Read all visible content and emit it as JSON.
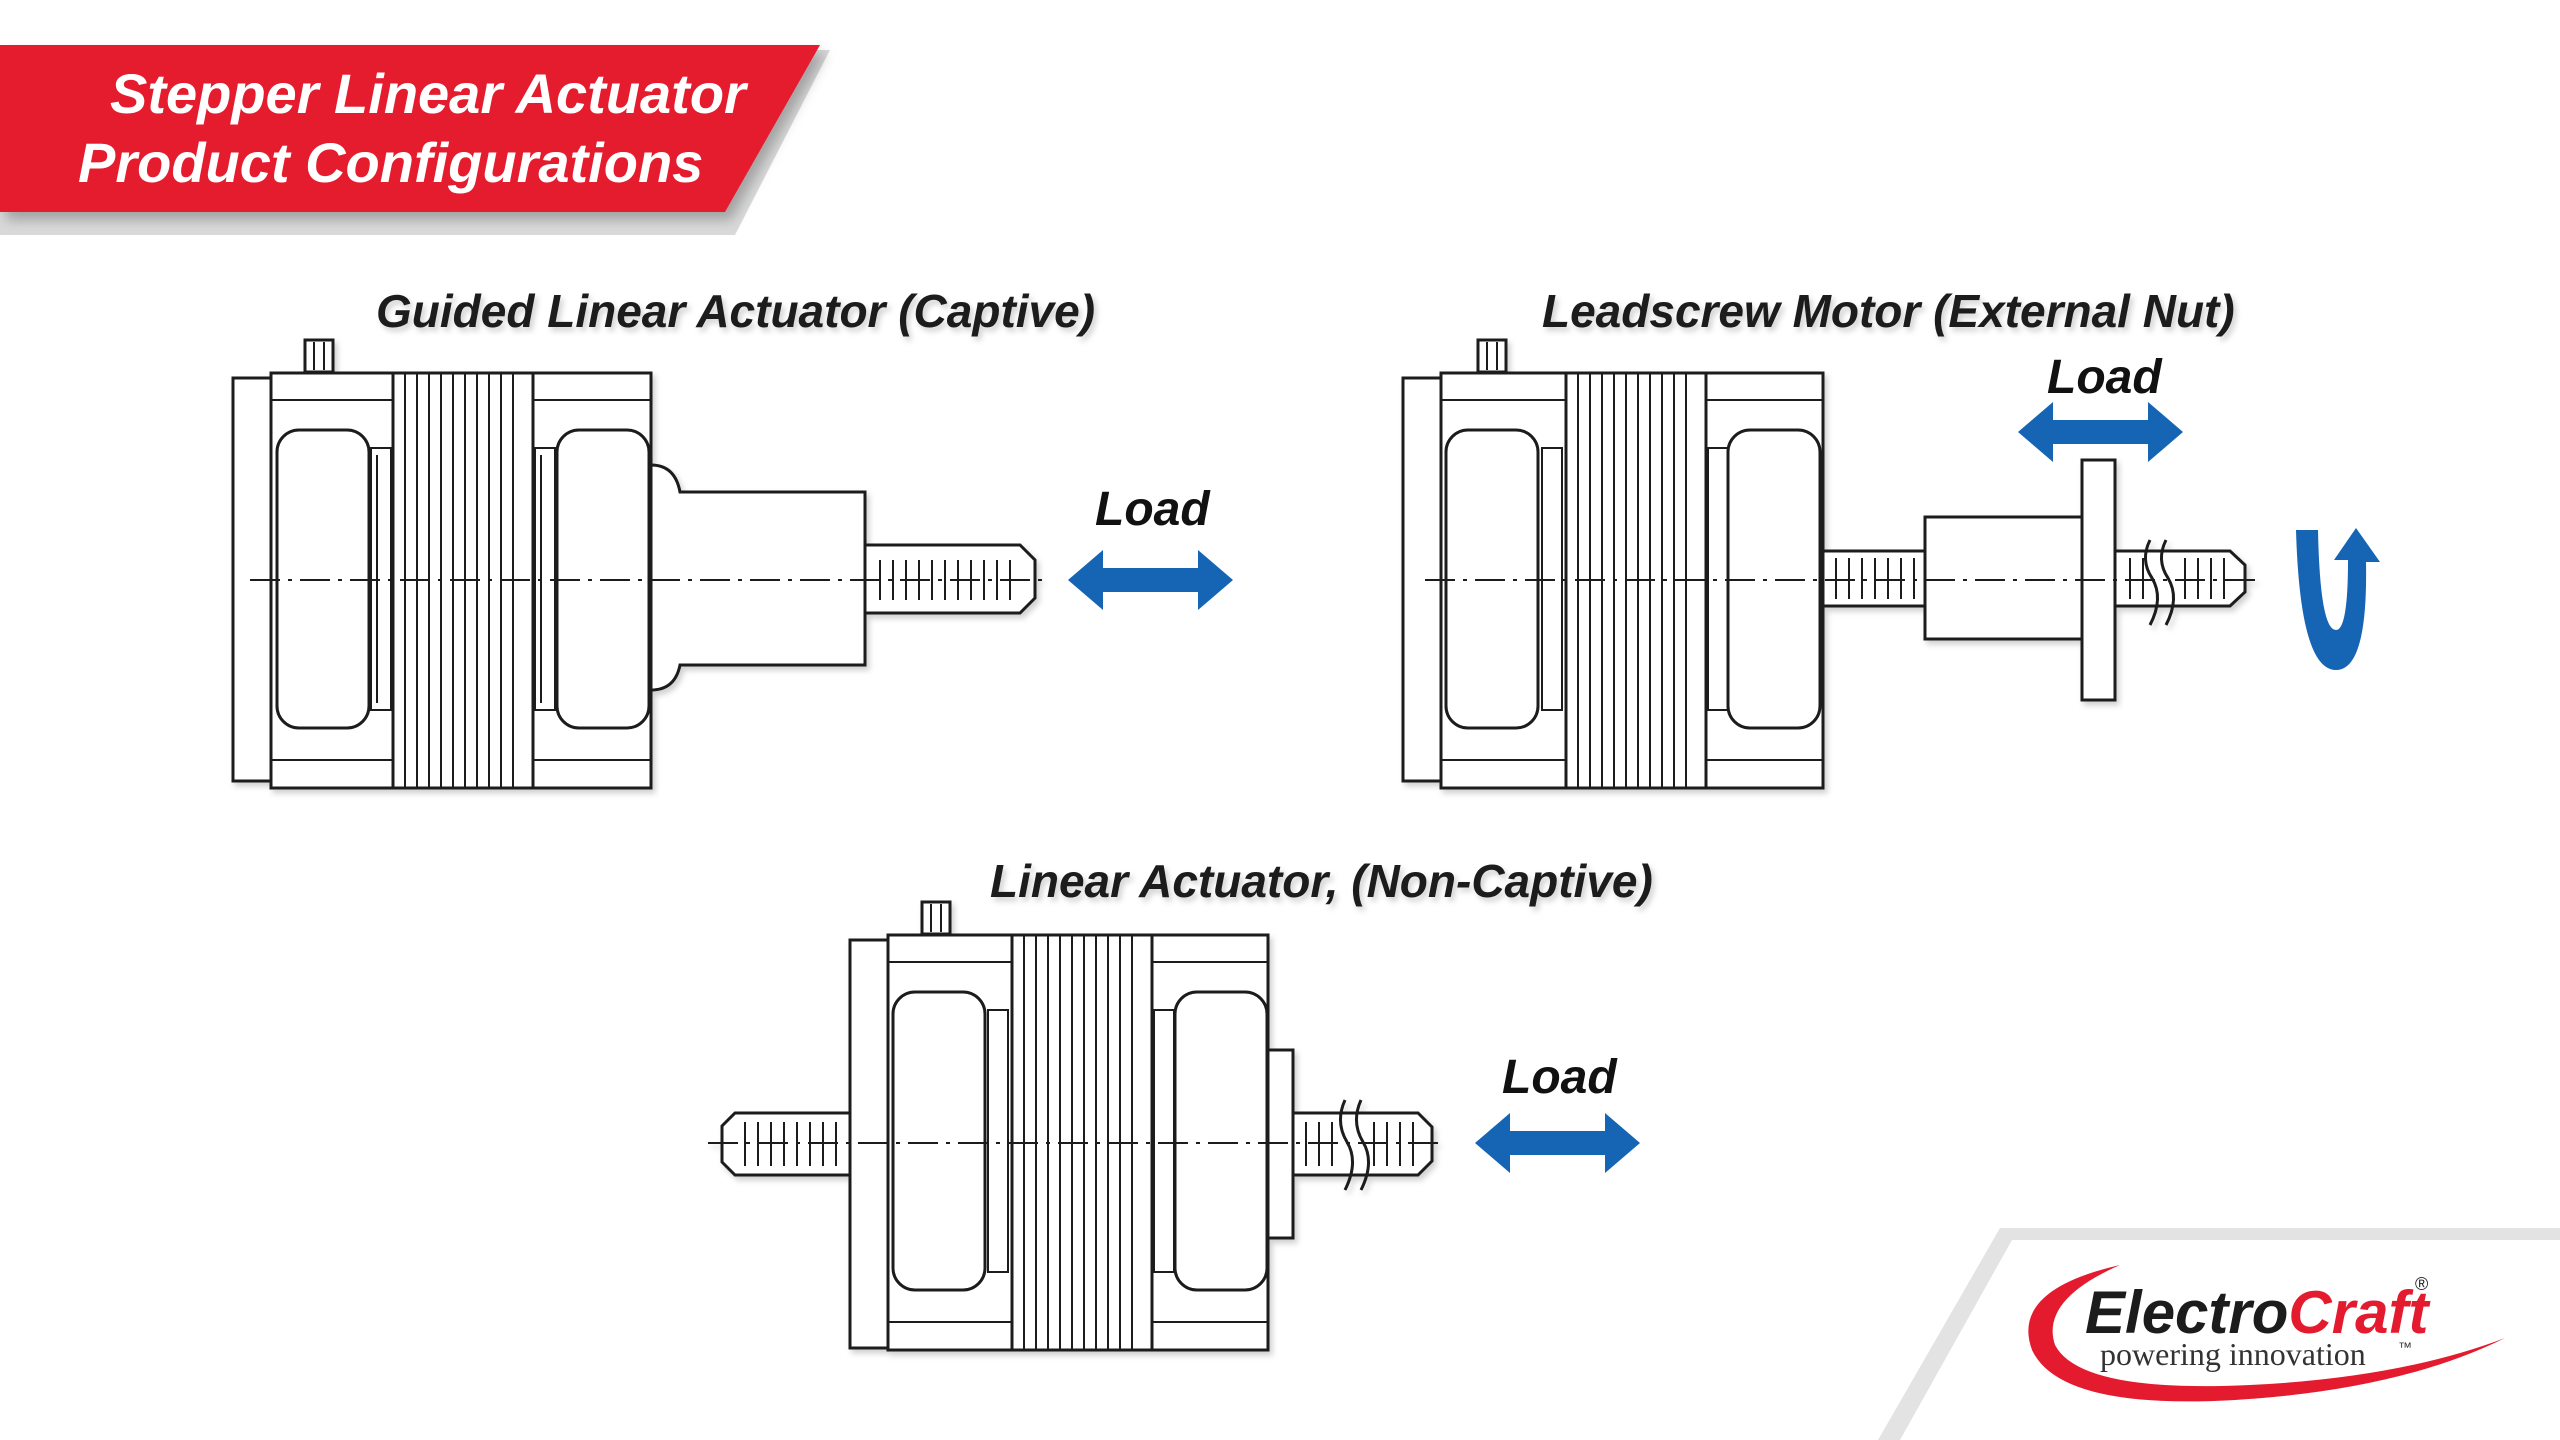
{
  "header": {
    "title_line1": "Stepper Linear Actuator",
    "title_line2": "Product Configurations",
    "color": "#e41b2f"
  },
  "configurations": [
    {
      "title": "Guided Linear Actuator (Captive)",
      "load_label": "Load",
      "motion": "linear"
    },
    {
      "title": "Leadscrew Motor (External Nut)",
      "load_label": "Load",
      "motion": "linear+rotation"
    },
    {
      "title": "Linear Actuator, (Non-Captive)",
      "load_label": "Load",
      "motion": "linear"
    }
  ],
  "logo": {
    "brand_part1": "Electro",
    "brand_part2": "Craft",
    "registered": "®",
    "tagline": "powering innovation",
    "trademark": "™"
  },
  "colors": {
    "accent_red": "#e41b2f",
    "arrow_blue": "#1565b4",
    "line_dark": "#1a1a1a"
  }
}
